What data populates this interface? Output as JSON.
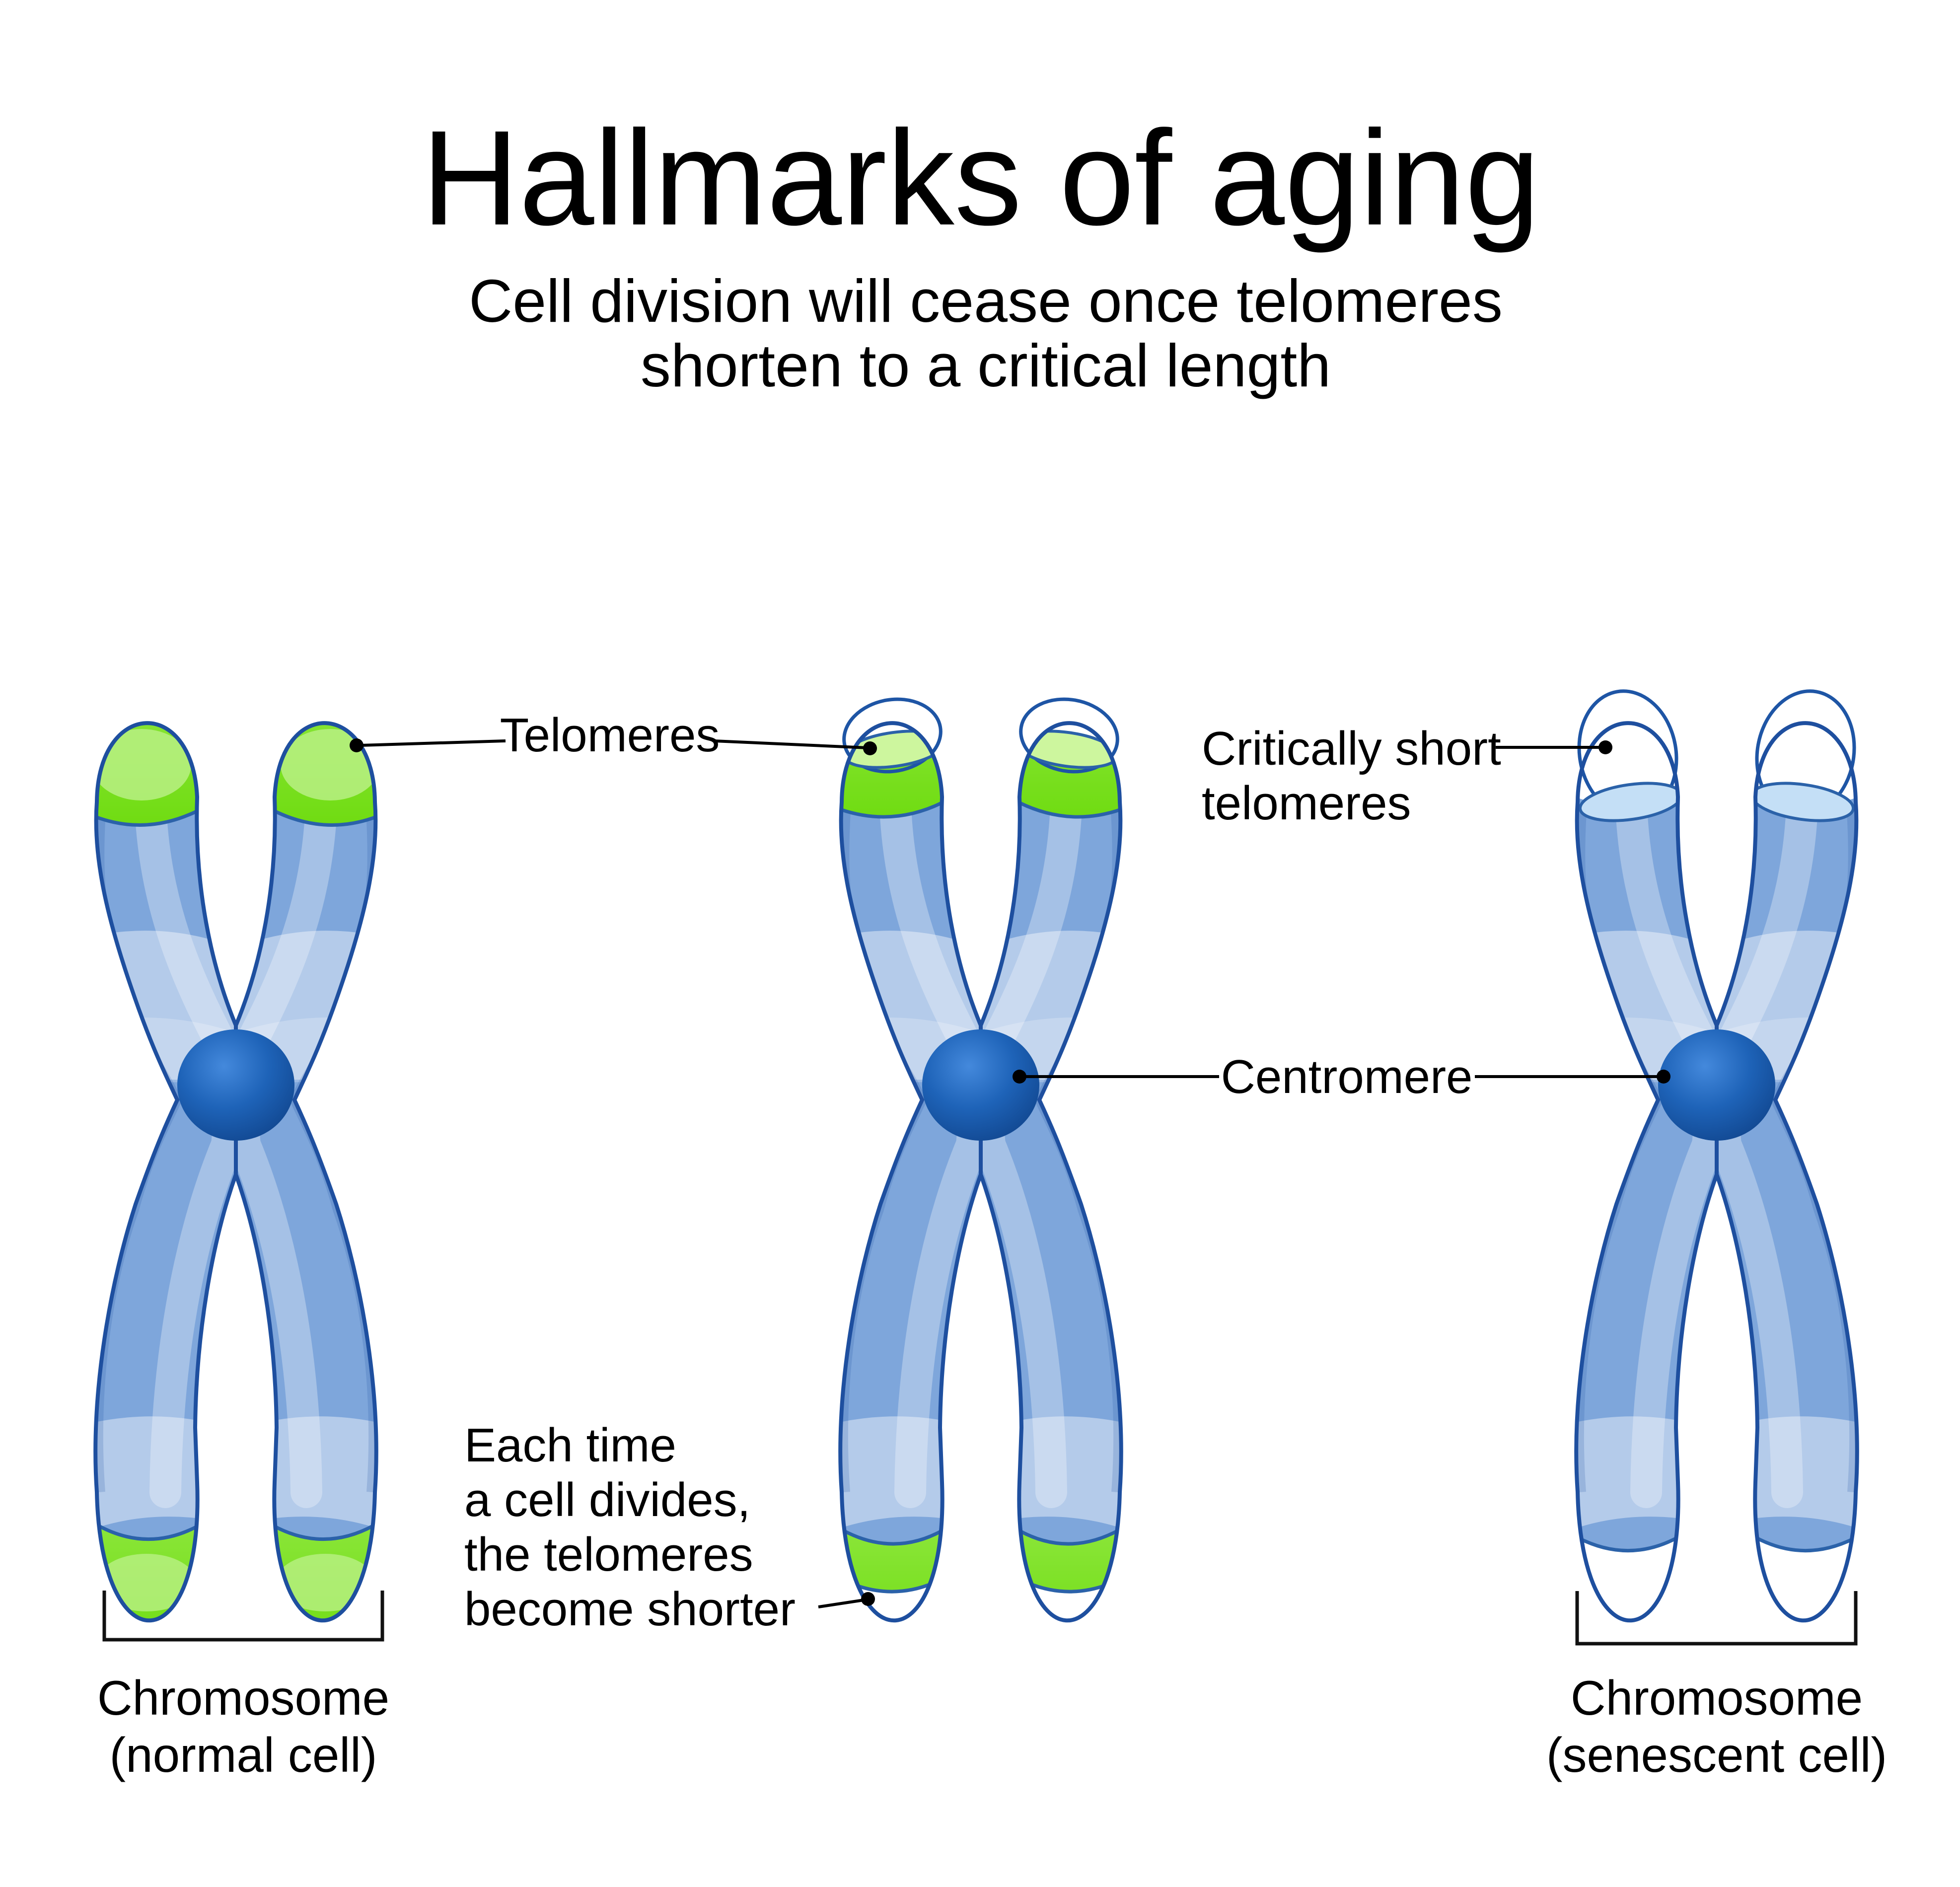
{
  "title": "Hallmarks of aging",
  "subtitle": {
    "line1": "Cell division will cease once telomeres",
    "line2": "shorten to a critical length"
  },
  "labels": {
    "telomeres": "Telomeres",
    "critically_short_line1": "Critically short",
    "critically_short_line2": "telomeres",
    "centromere": "Centromere",
    "division_note_line1": "Each time",
    "division_note_line2": "a cell divides,",
    "division_note_line3": "the telomeres",
    "division_note_line4": "become shorter"
  },
  "captions": {
    "normal_line1": "Chromosome",
    "normal_line2": "(normal cell)",
    "senescent_line1": "Chromosome",
    "senescent_line2": "(senescent cell)"
  },
  "palette": {
    "body_blue": "#7EA6DB",
    "body_blue_edge": "#6F9BD6",
    "band_light_blue": "#C5DAF2",
    "outline_dark_blue": "#1E4F9F",
    "boundary_blue": "#2B62A9",
    "telomere_green": "#7BDF25",
    "telomere_green_light": "#B9F084",
    "surface_green": "#CDF69E",
    "surface_blue": "#C4DFF6",
    "centromere_blue": "#1A5FB4",
    "centromere_dark": "#0D3E83",
    "centromere_light": "#4489DC",
    "annotation_black": "#000000"
  }
}
